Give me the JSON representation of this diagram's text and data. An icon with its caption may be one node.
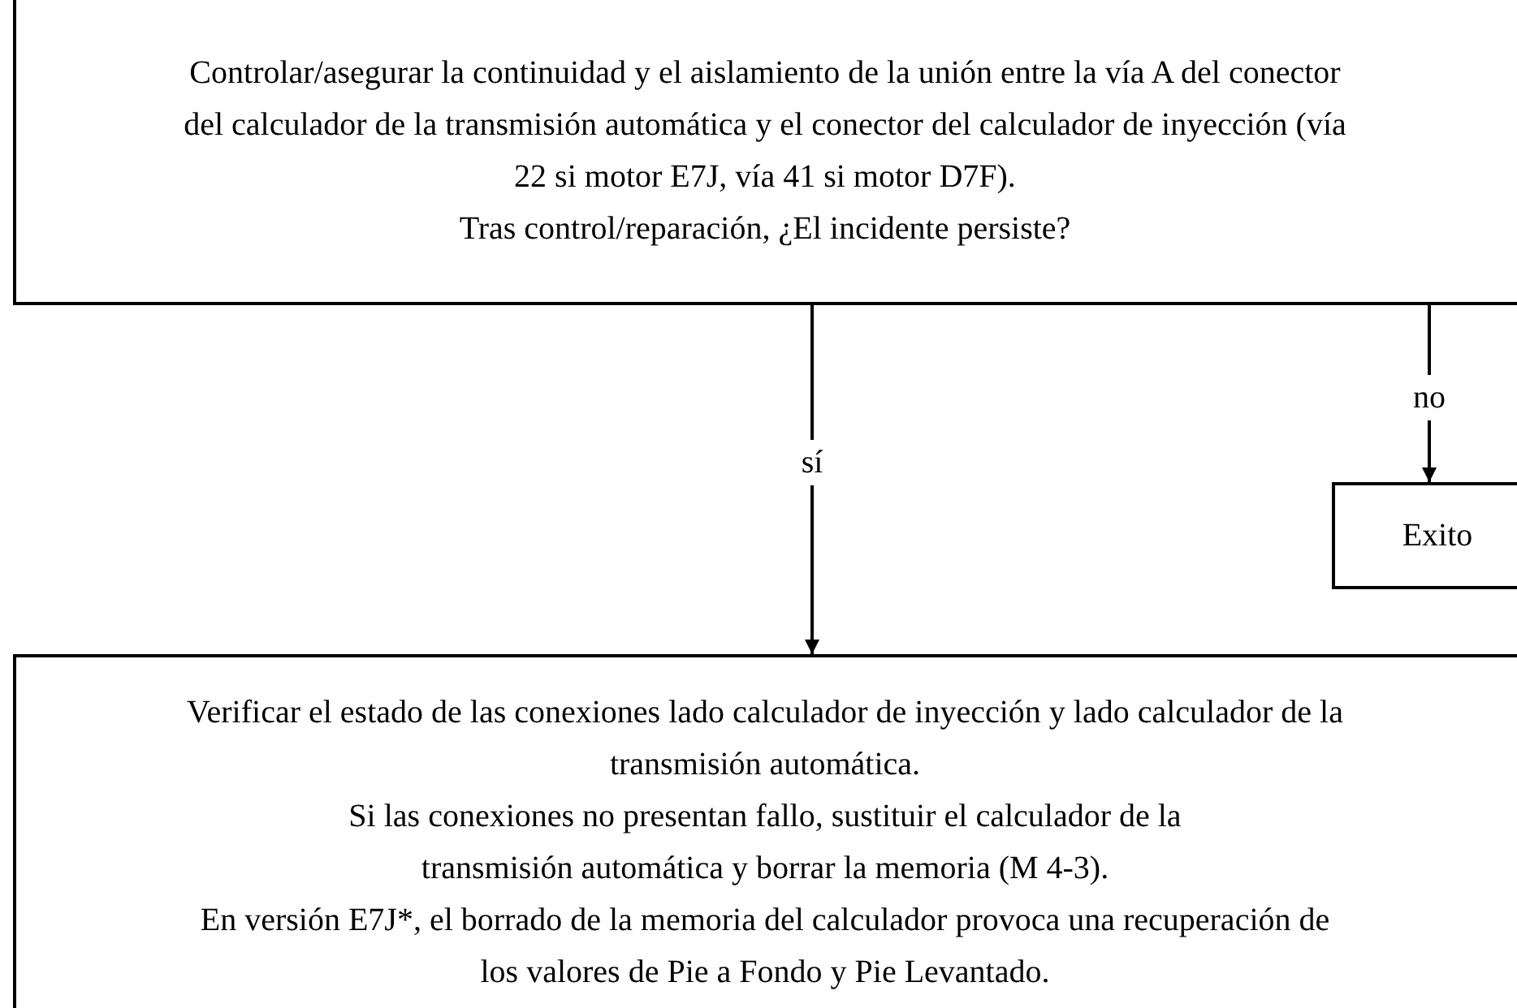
{
  "diagram": {
    "nodes": [
      {
        "text": [
          "Controlar/asegurar la continuidad y el aislamiento de la unión entre la vía A del conector del calculador de la transmisión automática y el conector del calculador de inyección (vía 22 si motor E7J, vía 41 si motor D7F).",
          "Tras control/reparación, ¿El incidente persiste?"
        ]
      },
      {
        "text": [
          "Exito"
        ]
      },
      {
        "text": [
          "Verificar el estado de las conexiones lado calculador de inyección y lado calculador de la transmisión automática.",
          "Si las conexiones no presentan fallo, sustituir el calculador de la transmisión automática y borrar la memoria (M 4-3).",
          "En versión E7J*, el borrado de la memoria del calculador provoca una recuperación de los valores de Pie a Fondo y Pie Levantado."
        ]
      }
    ],
    "edges": [
      {
        "from": 0,
        "to": 2,
        "arrow": "to",
        "label": "sí"
      },
      {
        "from": 0,
        "to": 1,
        "arrow": "to",
        "label": "no"
      }
    ]
  }
}
